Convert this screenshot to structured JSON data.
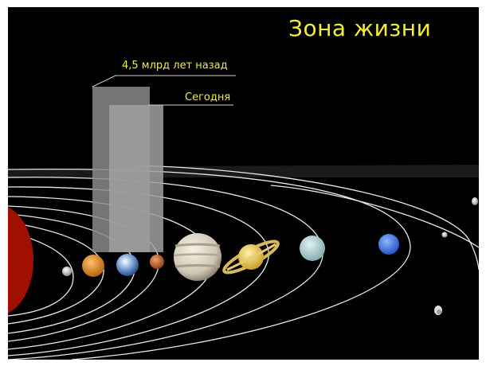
{
  "slide": {
    "title": "Зона жизни",
    "past_label": "4,5 млрд лет назад",
    "today_label": "Сегодня"
  },
  "colors": {
    "background": "#000000",
    "text": "#f2ee3a",
    "orbit": "#e8e8e8",
    "zone_past": "#8a8a8a",
    "zone_today": "#9a9a9a"
  },
  "icons": [
    "sun-icon",
    "mercury-icon",
    "venus-icon",
    "earth-icon",
    "mars-icon",
    "jupiter-icon",
    "saturn-icon",
    "uranus-icon",
    "neptune-icon",
    "pluto-icon",
    "small-moon-icon",
    "distant-body-icon",
    "comet-icon"
  ]
}
